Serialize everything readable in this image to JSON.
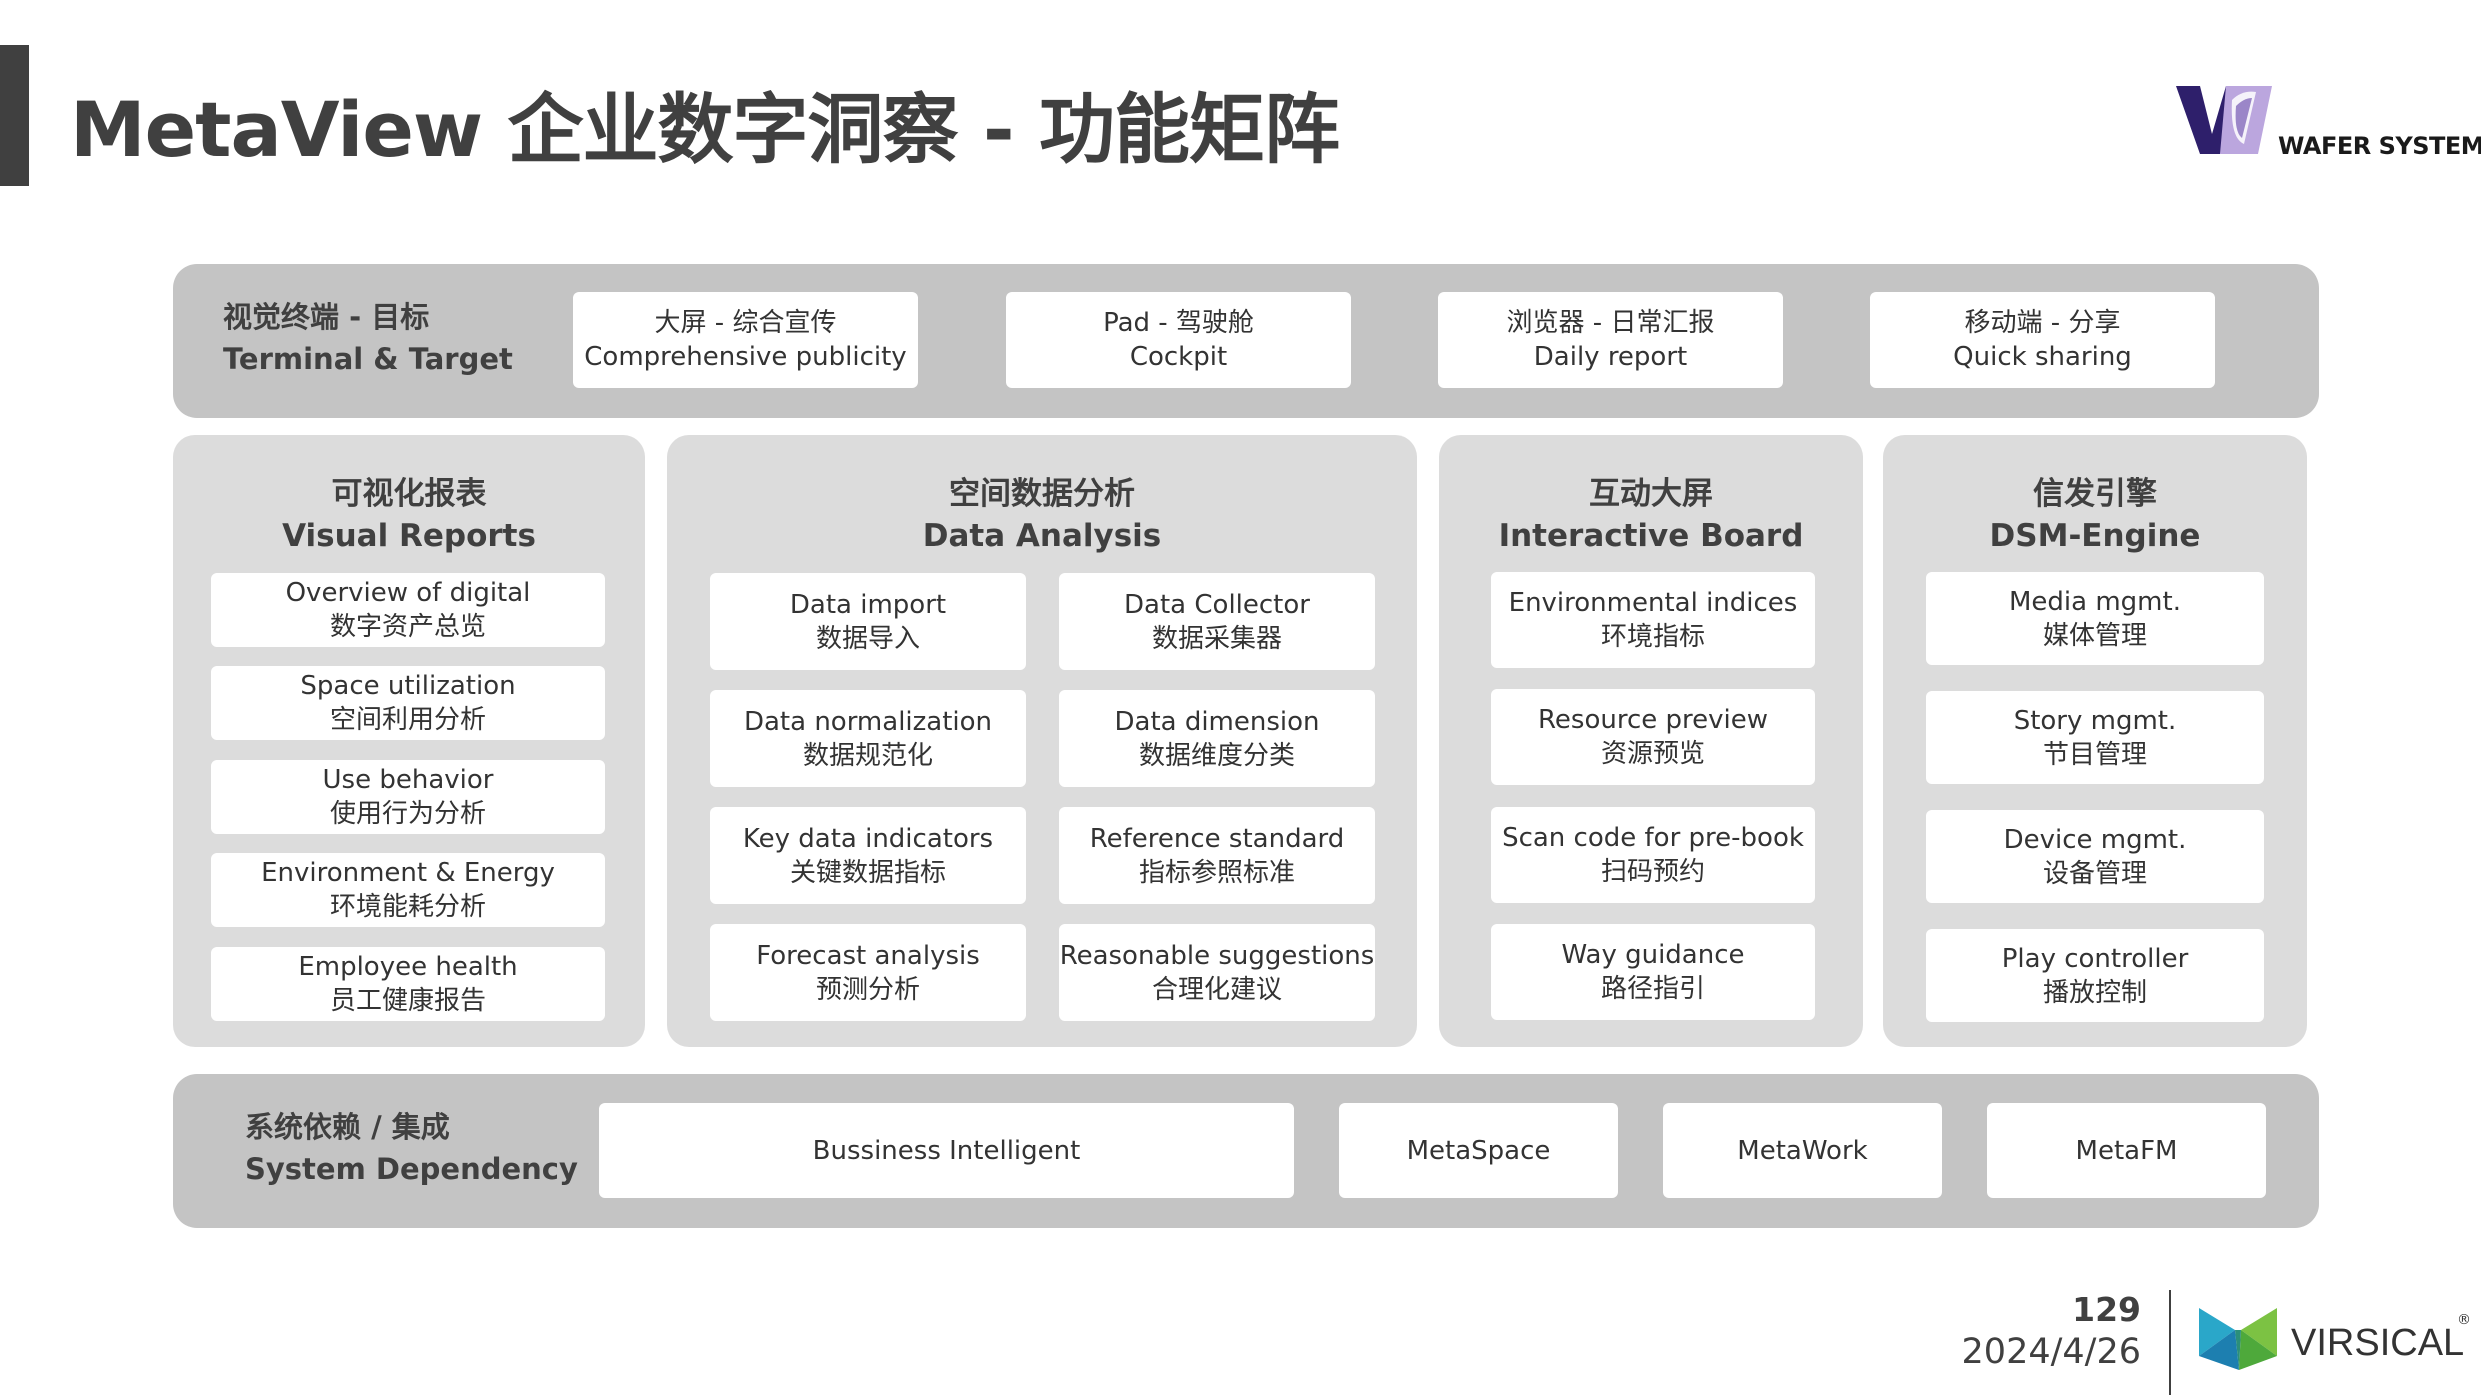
{
  "title": "MetaView 企业数字洞察 - 功能矩阵",
  "logos": {
    "wafer": "WAFER SYSTEMS",
    "virsical": "VIRSICAL",
    "virsical_mark": "®"
  },
  "terminal": {
    "label_cn": "视觉终端 - 目标",
    "label_en": "Terminal & Target",
    "items": [
      {
        "cn": "大屏 - 综合宣传",
        "en": "Comprehensive publicity"
      },
      {
        "cn": "Pad - 驾驶舱",
        "en": "Cockpit"
      },
      {
        "cn": "浏览器 - 日常汇报",
        "en": "Daily report"
      },
      {
        "cn": "移动端 - 分享",
        "en": "Quick sharing"
      }
    ]
  },
  "visual_reports": {
    "title_cn": "可视化报表",
    "title_en": "Visual Reports",
    "items": [
      {
        "en": "Overview of digital",
        "cn": "数字资产总览"
      },
      {
        "en": "Space utilization",
        "cn": "空间利用分析"
      },
      {
        "en": "Use behavior",
        "cn": "使用行为分析"
      },
      {
        "en": "Environment & Energy",
        "cn": "环境能耗分析"
      },
      {
        "en": "Employee health",
        "cn": "员工健康报告"
      }
    ]
  },
  "data_analysis": {
    "title_cn": "空间数据分析",
    "title_en": "Data Analysis",
    "items": [
      {
        "en": "Data import",
        "cn": "数据导入"
      },
      {
        "en": "Data Collector",
        "cn": "数据采集器"
      },
      {
        "en": "Data normalization",
        "cn": "数据规范化"
      },
      {
        "en": "Data dimension",
        "cn": "数据维度分类"
      },
      {
        "en": "Key data indicators",
        "cn": "关键数据指标"
      },
      {
        "en": "Reference standard",
        "cn": "指标参照标准"
      },
      {
        "en": "Forecast analysis",
        "cn": "预测分析"
      },
      {
        "en": "Reasonable suggestions",
        "cn": "合理化建议"
      }
    ]
  },
  "interactive_board": {
    "title_cn": "互动大屏",
    "title_en": "Interactive Board",
    "items": [
      {
        "en": "Environmental indices",
        "cn": "环境指标"
      },
      {
        "en": "Resource preview",
        "cn": "资源预览"
      },
      {
        "en": "Scan code for pre-book",
        "cn": "扫码预约"
      },
      {
        "en": "Way guidance",
        "cn": "路径指引"
      }
    ]
  },
  "dsm_engine": {
    "title_cn": "信发引擎",
    "title_en": "DSM-Engine",
    "items": [
      {
        "en": "Media mgmt.",
        "cn": "媒体管理"
      },
      {
        "en": "Story mgmt.",
        "cn": "节目管理"
      },
      {
        "en": "Device mgmt.",
        "cn": "设备管理"
      },
      {
        "en": "Play controller",
        "cn": "播放控制"
      }
    ]
  },
  "dependency": {
    "label_cn": "系统依赖 / 集成",
    "label_en": "System Dependency",
    "items": [
      "Bussiness Intelligent",
      "MetaSpace",
      "MetaWork",
      "MetaFM"
    ]
  },
  "footer": {
    "page": "129",
    "date": "2024/4/26"
  }
}
